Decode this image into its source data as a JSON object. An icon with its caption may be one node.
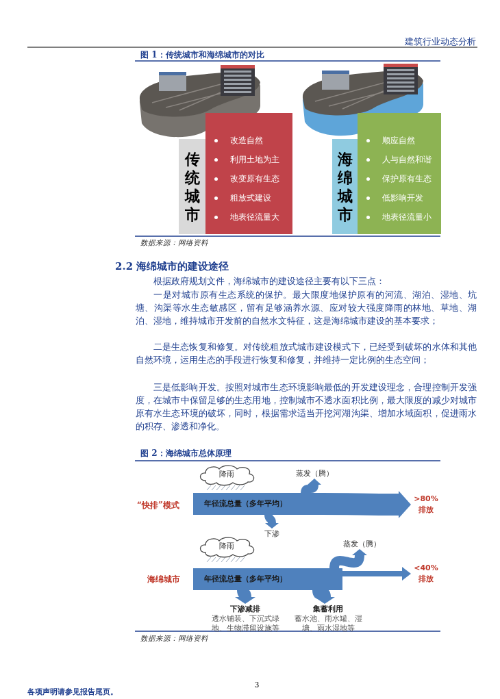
{
  "diagram": {
    "nodes": [
      {
        "text": [
          "传统城市"
        ]
      },
      {
        "text": [
          "改造自然",
          "利用土地为主",
          "改变原有生态",
          "粗放式建设",
          "地表径流量大"
        ]
      },
      {
        "text": [
          "海绵城市"
        ]
      },
      {
        "text": [
          "顺应自然",
          "人与自然和谐",
          "保护原有生态",
          "低影响开发",
          "地表径流量小"
        ]
      },
      {
        "text": [
          "降雨"
        ]
      },
      {
        "text": [
          "年径流总量（多年平均）"
        ]
      },
      {
        "text": [
          "蒸发（腾）"
        ]
      },
      {
        "text": [
          ">80% 排放"
        ]
      },
      {
        "text": [
          "下渗"
        ]
      },
      {
        "text": [
          "降雨"
        ]
      },
      {
        "text": [
          "年径流总量（多年平均）"
        ]
      },
      {
        "text": [
          "蒸发（腾）"
        ]
      },
      {
        "text": [
          "<40% 排放"
        ]
      },
      {
        "text": [
          "下渗减排",
          "透水铺装、下沉式绿地、生物滞留设施等"
        ]
      },
      {
        "text": [
          "集蓄利用",
          "蓄水池、雨水罐、湿塘、雨水湿地等"
        ]
      }
    ],
    "edges": [
      {
        "from": 5,
        "to": 6,
        "arrow": "to"
      },
      {
        "from": 5,
        "to": 7,
        "arrow": "to",
        "style": "thick"
      },
      {
        "from": 5,
        "to": 8,
        "arrow": "to"
      },
      {
        "from": 10,
        "to": 11,
        "arrow": "to"
      },
      {
        "from": 10,
        "to": 12,
        "arrow": "to"
      },
      {
        "from": 10,
        "to": 13,
        "arrow": "to"
      },
      {
        "from": 10,
        "to": 14,
        "arrow": "to"
      }
    ],
    "labels": [
      "建筑行业动态分析",
      "图 1：传统城市和海绵城市的对比",
      "数据来源：网络资料",
      "2.2 海绵城市的建设途径",
      "根据政府规划文件，海绵城市的建设途径主要有以下三点：",
      "一是对城市原有生态系统的保护。最大限度地保护原有的河流、湖泊、湿地、坑塘、沟渠等水生态敏感区，留有足够涵养水源、应对较大强度降雨的林地、草地、湖泊、湿地，维持城市开发前的自然水文特征，这是海绵城市建设的基本要求；",
      "二是生态恢复和修复。对传统粗放式城市建设模式下，已经受到破坏的水体和其他自然环境，运用生态的手段进行恢复和修复，并维持一定比例的生态空间；",
      "三是低影响开发。按照对城市生态环境影响最低的开发建设理念，合理控制开发强度，在城市中保留足够的生态用地，控制城市不透水面积比例，最大限度的减少对城市原有水生态环境的破坏，同时，根据需求适当开挖河湖沟渠、增加水域面积，促进雨水的积存、渗透和净化。",
      "图 2：海绵城市总体原理",
      "“快排”模式",
      "海绵城市",
      "数据来源：网络资料",
      "3",
      "各项声明请参见报告尾页。"
    ]
  }
}
